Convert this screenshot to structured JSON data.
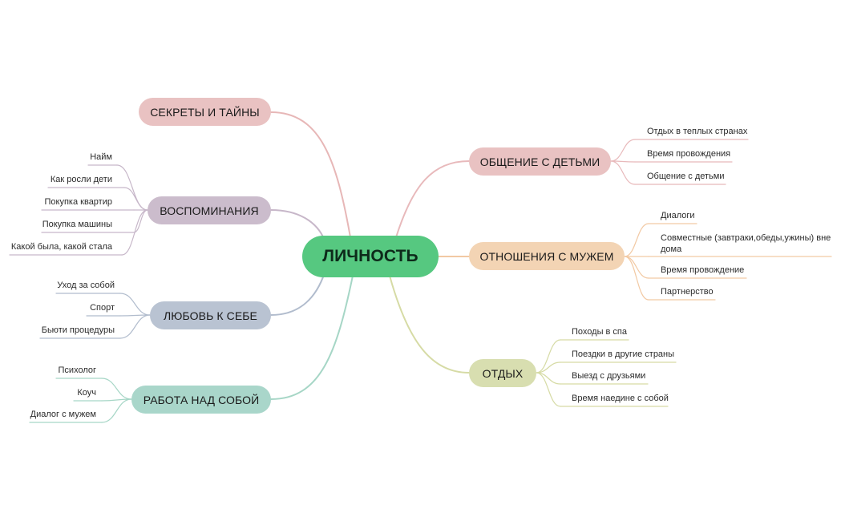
{
  "colors": {
    "root": "#56c880",
    "secrets": "#e9c2c2",
    "memories": "#cbbccc",
    "selflove": "#b9c3d2",
    "selfwork": "#a9d6ca",
    "children": "#e9c2c2",
    "husband": "#f3d4b4",
    "rest": "#d8deb0",
    "line_secrets": "#e7b7b7",
    "line_memories": "#c7b7c9",
    "line_selflove": "#b1bccd",
    "line_selfwork": "#a6d6c6",
    "line_children": "#e8b9bb",
    "line_husband": "#f2c9a3",
    "line_rest": "#d6dba5"
  },
  "root": {
    "label": "ЛИЧНОСТЬ"
  },
  "topics": {
    "secrets": {
      "label": "СЕКРЕТЫ И ТАЙНЫ"
    },
    "memories": {
      "label": "ВОСПОМИНАНИЯ",
      "items": [
        "Найм",
        "Как росли дети",
        "Покупка квартир",
        "Покупка машины",
        "Какой была, какой стала"
      ]
    },
    "selflove": {
      "label": "ЛЮБОВЬ К СЕБЕ",
      "items": [
        "Уход за собой",
        "Спорт",
        "Бьюти процедуры"
      ]
    },
    "selfwork": {
      "label": "РАБОТА НАД СОБОЙ",
      "items": [
        "Психолог",
        "Коуч",
        "Диалог с мужем"
      ]
    },
    "children": {
      "label": "ОБЩЕНИЕ С ДЕТЬМИ",
      "items": [
        "Отдых в теплых странах",
        "Время провождения",
        "Общение с детьми"
      ]
    },
    "husband": {
      "label": "ОТНОШЕНИЯ С МУЖЕМ",
      "items": [
        "Диалоги",
        "Совместные (завтраки,обеды,ужины) вне дома",
        "Время провождение",
        "Партнерство"
      ]
    },
    "rest": {
      "label": "ОТДЫХ",
      "items": [
        "Походы в спа",
        "Поездки в другие страны",
        "Выезд с друзьями",
        "Время наедине с собой"
      ]
    }
  }
}
